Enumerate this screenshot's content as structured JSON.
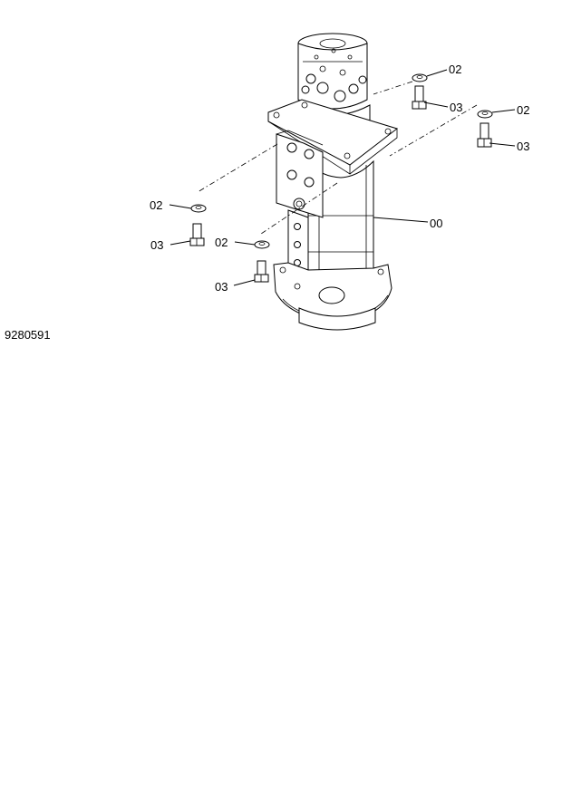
{
  "figure_number": "9280591",
  "callouts": {
    "c1": "02",
    "c2": "03",
    "c3": "02",
    "c4": "03",
    "c5": "02",
    "c6": "03",
    "c7": "02",
    "c8": "03",
    "c9": "00"
  }
}
